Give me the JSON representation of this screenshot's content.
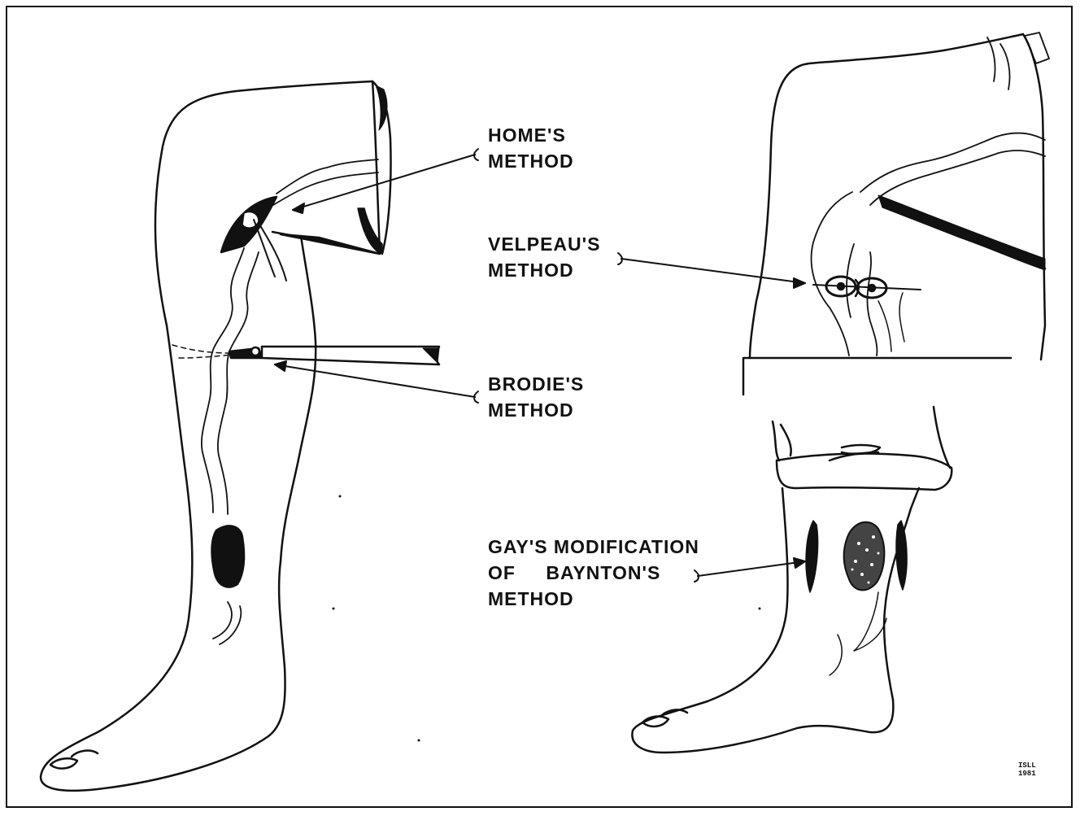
{
  "labels": {
    "homes_method": [
      "Home's",
      "method"
    ],
    "velpeaus_method": [
      "Velpeau's",
      "method"
    ],
    "brodies_method": [
      "Brodie's",
      "method"
    ],
    "gays_modification": [
      "Gay's modification",
      "of Baynton's",
      "method"
    ]
  },
  "signature": [
    "ISLL",
    "1981"
  ],
  "colors": {
    "ink": "#111111",
    "paper": "#ffffff"
  }
}
